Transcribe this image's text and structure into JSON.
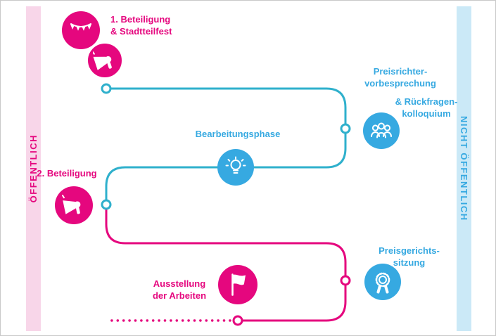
{
  "colors": {
    "pink": "#e5077e",
    "blue": "#36a9e1",
    "teal": "#2fb0cc",
    "band-pink": "#f8d6e9",
    "band-blue": "#cbe9f7"
  },
  "bands": {
    "left_label": "ÖFFENTLICH",
    "right_label": "NICHT ÖFFENTLICH"
  },
  "steps": {
    "beteiligung1": {
      "line1": "1. Beteiligung",
      "line2": "& Stadtteilfest"
    },
    "preisrichter": {
      "line1": "Preisrichter-",
      "line2": "vorbesprechung",
      "line3": "& Rückfragen-",
      "line4": "kolloquium"
    },
    "bearbeitung": {
      "label": "Bearbeitungsphase"
    },
    "beteiligung2": {
      "label": "2. Beteiligung"
    },
    "preisgericht": {
      "line1": "Preisgerichts-",
      "line2": "sitzung"
    },
    "ausstellung": {
      "line1": "Ausstellung",
      "line2": "der Arbeiten"
    }
  },
  "icons": {
    "beteiligung1_top": "bunting-icon",
    "beteiligung1_bottom": "megaphone-icon",
    "preisrichter": "jury-icon",
    "bearbeitung": "lightbulb-icon",
    "beteiligung2": "megaphone-icon",
    "preisgericht": "award-rosette-icon",
    "ausstellung": "flag-icon"
  }
}
